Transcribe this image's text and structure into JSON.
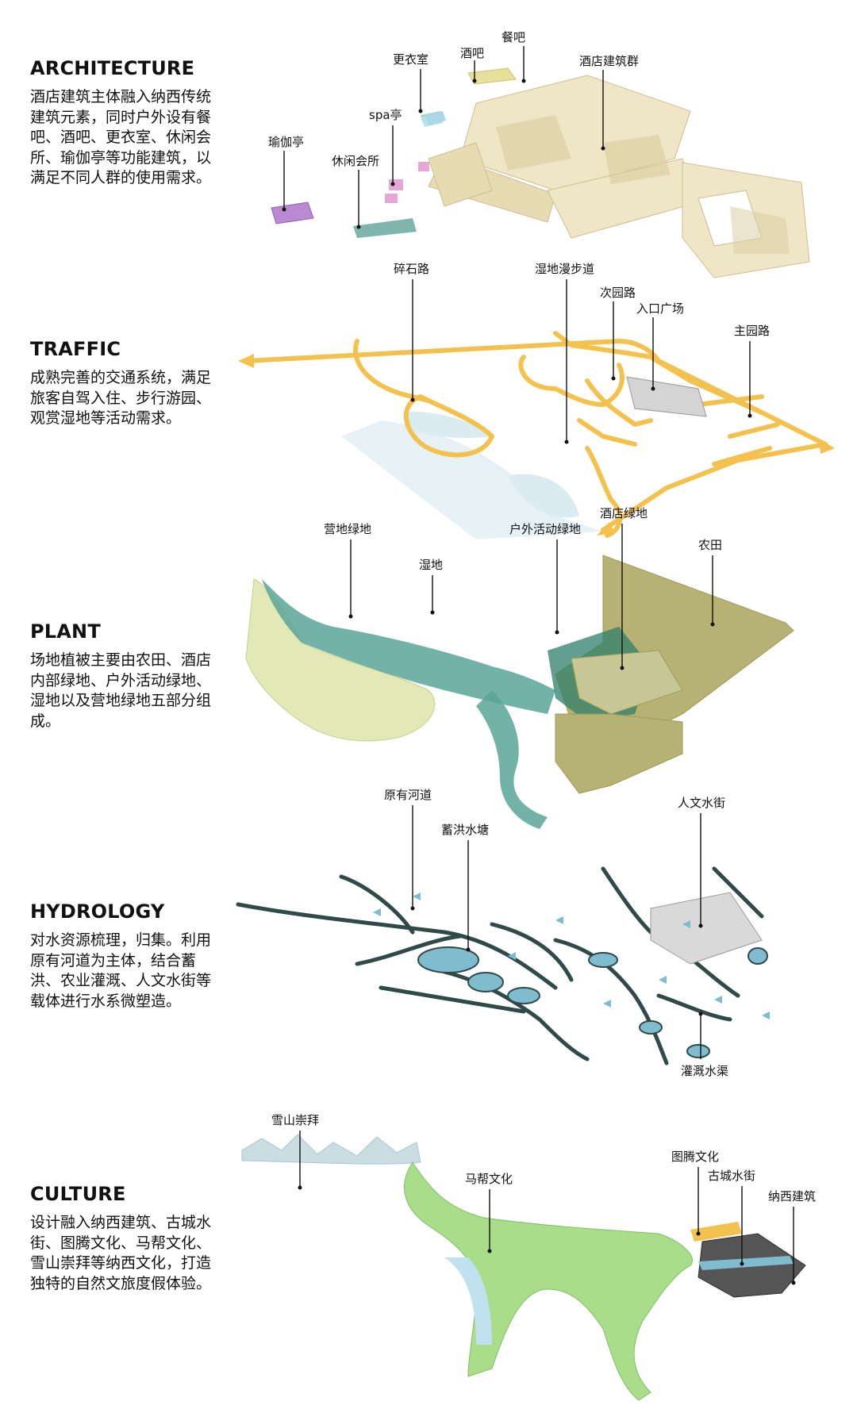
{
  "sections": [
    {
      "title": "ARCHITECTURE",
      "desc": "酒店建筑主体融入纳西传统建筑元素，同时户外设有餐吧、酒吧、更衣室、休闲会所、瑜伽亭等功能建筑，以满足不同人群的使用需求。",
      "labels": [
        "更衣室",
        "酒吧",
        "餐吧",
        "酒店建筑群",
        "spa亭",
        "瑜伽亭",
        "休闲会所"
      ]
    },
    {
      "title": "TRAFFIC",
      "desc": "成熟完善的交通系统，满足旅客自驾入住、步行游园、观赏湿地等活动需求。",
      "labels": [
        "碎石路",
        "湿地漫步道",
        "次园路",
        "入口广场",
        "主园路"
      ]
    },
    {
      "title": "PLANT",
      "desc": "场地植被主要由农田、酒店内部绿地、户外活动绿地、湿地以及营地绿地五部分组成。",
      "labels": [
        "营地绿地",
        "湿地",
        "户外活动绿地",
        "酒店绿地",
        "农田"
      ]
    },
    {
      "title": "HYDROLOGY",
      "desc": "对水资源梳理，归集。利用原有河道为主体，结合蓄洪、农业灌溉、人文水街等载体进行水系微塑造。",
      "labels": [
        "原有河道",
        "蓄洪水塘",
        "人文水街",
        "灌溉水渠"
      ]
    },
    {
      "title": "CULTURE",
      "desc": "设计融入纳西建筑、古城水街、图腾文化、马帮文化、雪山崇拜等纳西文化，打造独特的自然文旅度假体验。",
      "labels": [
        "雪山崇拜",
        "马帮文化",
        "图腾文化",
        "古城水街",
        "纳西建筑"
      ]
    }
  ],
  "colors": {
    "building": "#efe6c6",
    "building_shade": "#d8cba0",
    "road": "#f2c14e",
    "water_light": "#dcecf3",
    "plant_light": "#e3e9b6",
    "plant_teal": "#5aa596",
    "plant_olive": "#b6b273",
    "river_dark": "#2f4a48",
    "pond_blue": "#7fbcd0",
    "culture_green": "#a9dd8a",
    "mountain": "#c9dde3"
  }
}
